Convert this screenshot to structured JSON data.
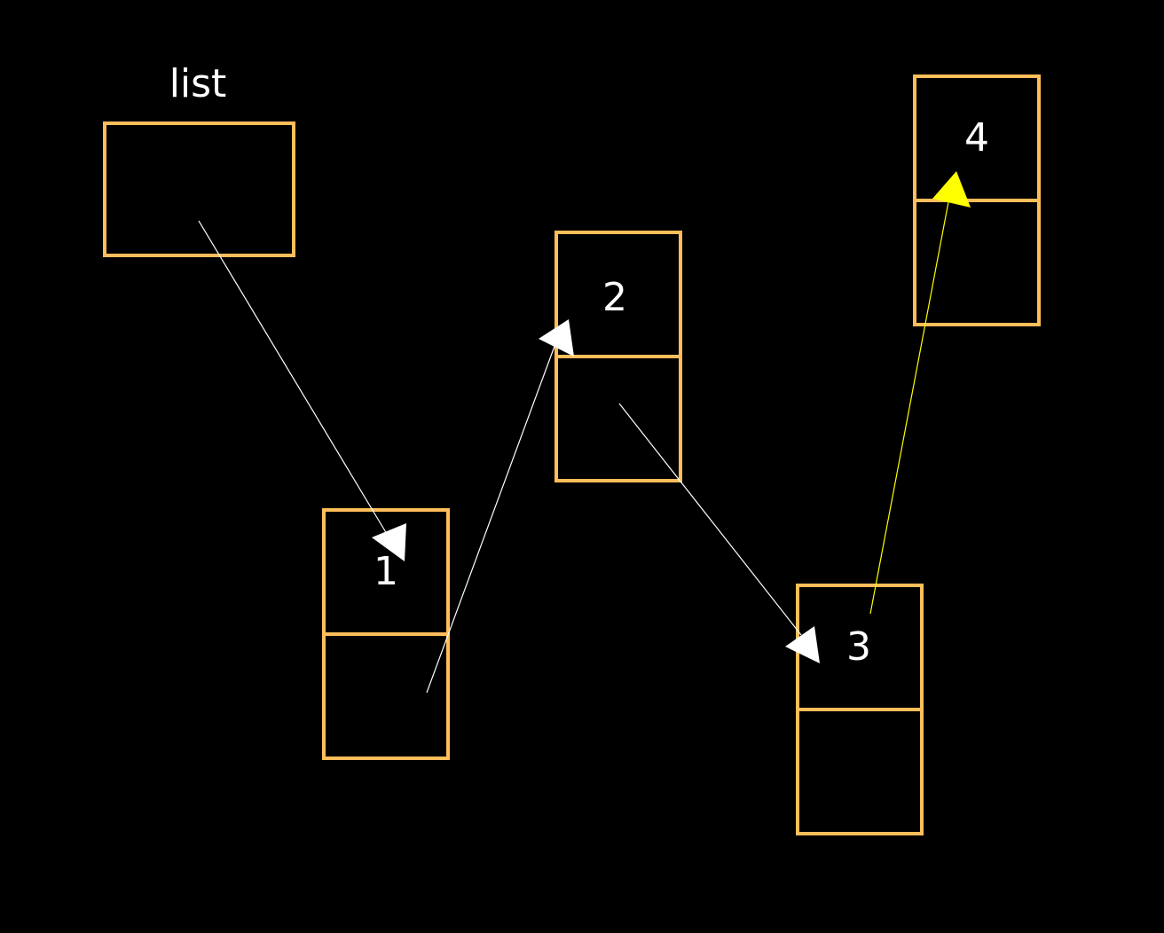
{
  "colors": {
    "background": "#000000",
    "box_stroke": "#FFBE5A",
    "text": "#FFFFFF",
    "pointer": "#FFFFFF",
    "pointer_highlight": "#FFFF00"
  },
  "list_label": "list",
  "nodes": [
    {
      "value": "1"
    },
    {
      "value": "2"
    },
    {
      "value": "3"
    },
    {
      "value": "4"
    }
  ]
}
